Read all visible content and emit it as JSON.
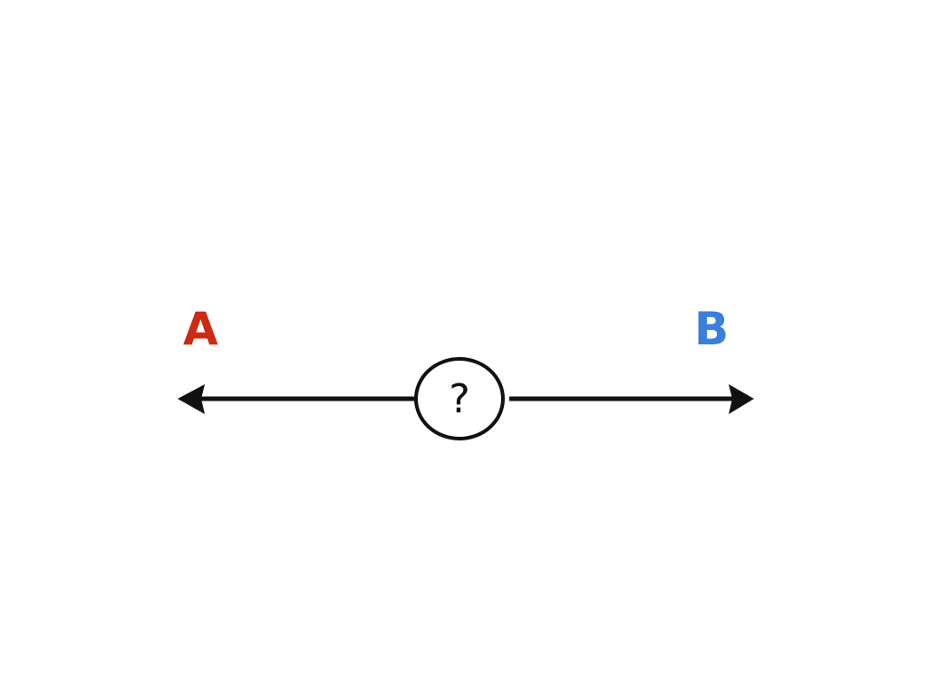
{
  "diagram": {
    "type": "double-ended-arrow-with-center-node",
    "endpoints": {
      "left": {
        "label": "A",
        "color": "#cc2a12"
      },
      "right": {
        "label": "B",
        "color": "#3a7ee0"
      }
    },
    "center_node": {
      "label": "?",
      "shape": "circle",
      "stroke": "#111111"
    },
    "line_color": "#111111",
    "arrows": [
      "left-arrowhead",
      "right-arrowhead"
    ]
  }
}
